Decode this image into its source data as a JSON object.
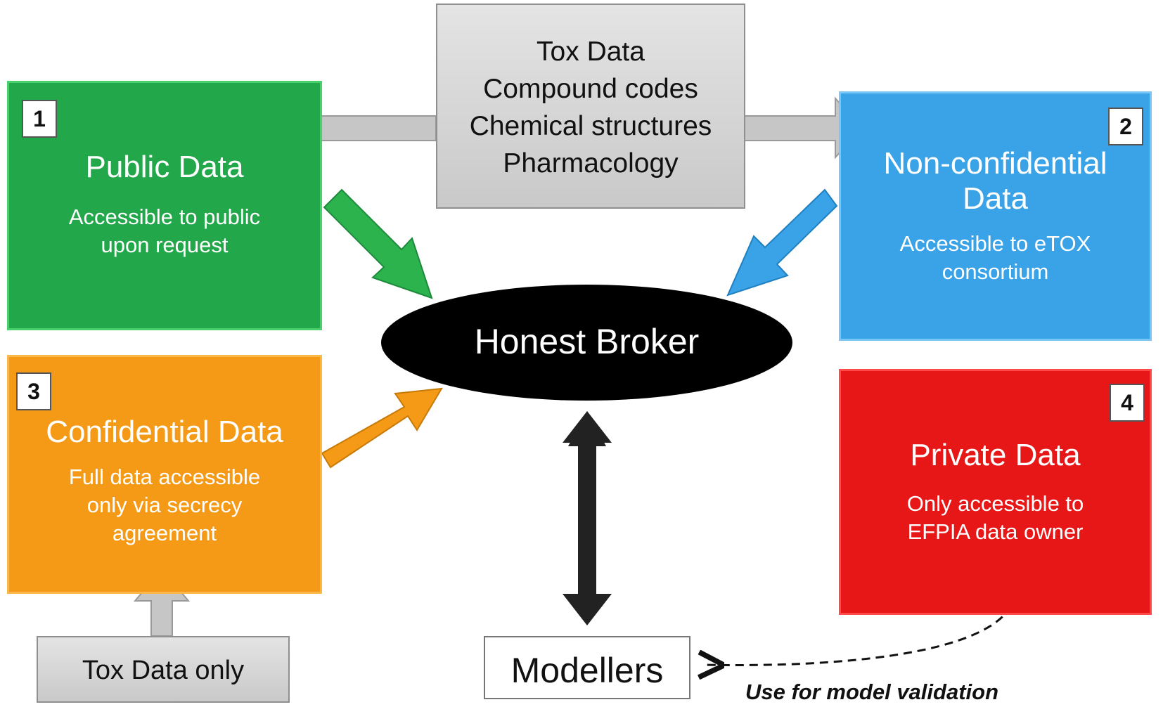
{
  "top_box": {
    "lines": [
      "Tox Data",
      "Compound codes",
      "Chemical structures",
      "Pharmacology"
    ]
  },
  "public": {
    "number": "1",
    "title": "Public Data",
    "sub1": "Accessible to public",
    "sub2": "upon request",
    "color": "#22a84a"
  },
  "nonconf": {
    "number": "2",
    "title1": "Non-confidential",
    "title2": "Data",
    "sub1": "Accessible to eTOX",
    "sub2": "consortium",
    "color": "#3aa2e6"
  },
  "conf": {
    "number": "3",
    "title": "Confidential Data",
    "sub1": "Full data accessible",
    "sub2": "only via secrecy",
    "sub3": "agreement",
    "color": "#f59a16"
  },
  "private": {
    "number": "4",
    "title": "Private Data",
    "sub1": "Only accessible to",
    "sub2": "EFPIA data owner",
    "color": "#e81717"
  },
  "broker": {
    "label": "Honest Broker"
  },
  "modellers": {
    "label": "Modellers"
  },
  "tox_only": {
    "label": "Tox Data only"
  },
  "validation_note": "Use for model validation"
}
